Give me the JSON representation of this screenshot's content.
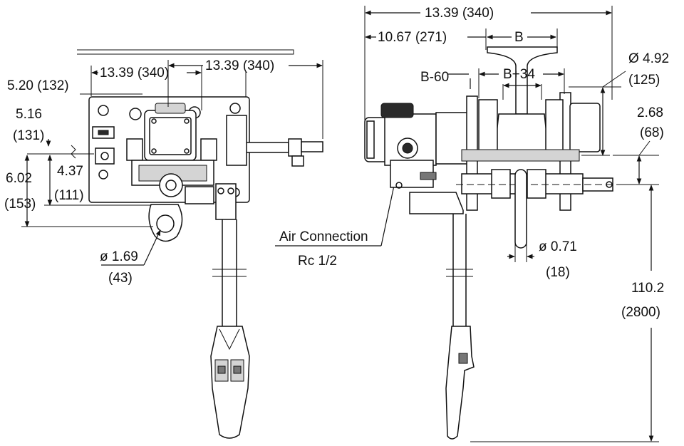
{
  "front_view": {
    "dim_mount_width": "13.39 (340)",
    "dim_overall_width": "13.39 (340)",
    "dim_height_a": "5.20 (132)",
    "dim_height_b_in": "5.16",
    "dim_height_b_mm": "(131)",
    "dim_hook_drop_in": "6.02",
    "dim_hook_drop_mm": "(153)",
    "dim_body_drop_in": "4.37",
    "dim_body_drop_mm": "(111)",
    "dim_hook_dia_in": "ø 1.69",
    "dim_hook_dia_mm": "(43)",
    "air_connection_label": "Air Connection",
    "air_connection_thread": "Rc 1/2"
  },
  "side_view": {
    "dim_overall": "13.39 (340)",
    "dim_to_flange": "10.67 (271)",
    "dim_flange_b": "B",
    "dim_b_minus": "B-60",
    "dim_b_plus": "B+34",
    "dim_wheel_dia_in": "Ø 4.92",
    "dim_wheel_dia_mm": "(125)",
    "dim_offset_in": "2.68",
    "dim_offset_mm": "(68)",
    "dim_chain_dia_in": "ø 0.71",
    "dim_chain_dia_mm": "(18)",
    "dim_pendant_in": "110.2",
    "dim_pendant_mm": "(2800)"
  }
}
